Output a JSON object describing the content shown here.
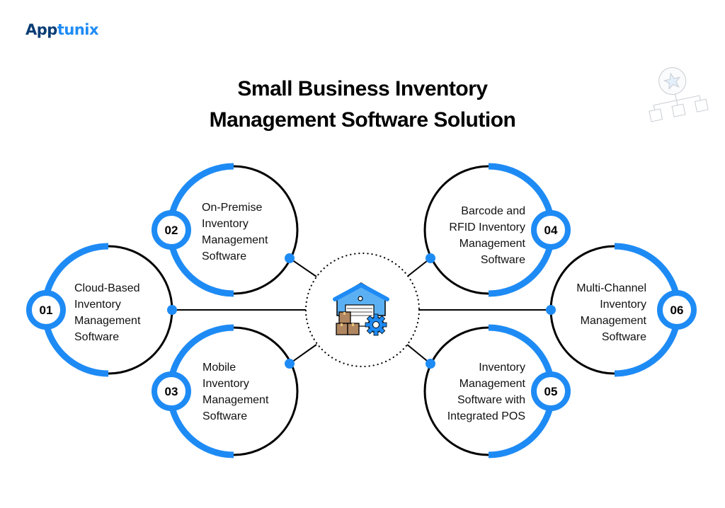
{
  "brand": {
    "logo_prefix": "App",
    "logo_suffix": "tunix"
  },
  "title": {
    "line1": "Small Business Inventory",
    "line2": "Management Software Solution"
  },
  "center_icon": "warehouse-gear-icon",
  "decor_icon": "star-hierarchy-icon",
  "colors": {
    "accent": "#1e8bf5",
    "outline": "#000000",
    "brand_dark": "#0a3d75"
  },
  "nodes": [
    {
      "number": "01",
      "lines": [
        "Cloud-Based",
        "Inventory",
        "Management",
        "Software"
      ]
    },
    {
      "number": "02",
      "lines": [
        "On-Premise",
        "Inventory",
        "Management",
        "Software"
      ]
    },
    {
      "number": "03",
      "lines": [
        "Mobile",
        "Inventory",
        "Management",
        "Software"
      ]
    },
    {
      "number": "04",
      "lines": [
        "Barcode and",
        "RFID Inventory",
        "Management",
        "Software"
      ]
    },
    {
      "number": "05",
      "lines": [
        "Inventory",
        "Management",
        "Software with",
        "Integrated POS"
      ]
    },
    {
      "number": "06",
      "lines": [
        "Multi-Channel",
        "Inventory",
        "Management",
        "Software"
      ]
    }
  ]
}
